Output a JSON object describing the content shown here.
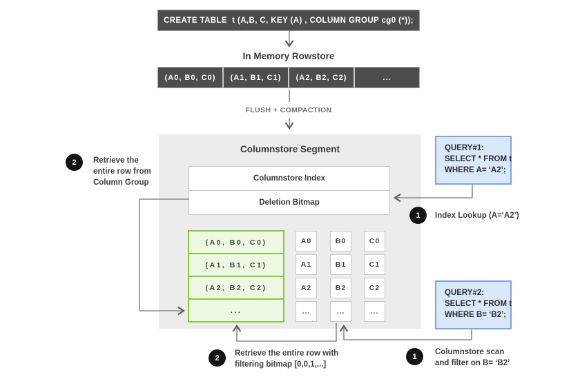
{
  "colors": {
    "bar_dark": "#4d4d4d",
    "segment_bg": "#ececec",
    "green_border": "#8dc63f",
    "green_fill": "#eef9e3",
    "blue_border": "#76a6e8",
    "blue_fill": "#d9e9fb",
    "line_gray": "#8a8a8a",
    "badge_black": "#141414"
  },
  "create_table": {
    "sql": "CREATE TABLE  t (A,B, C, KEY (A) , COLUMN GROUP cg0 (*));"
  },
  "rowstore": {
    "title": "In Memory Rowstore",
    "cells": [
      "(A0, B0, C0)",
      "(A1, B1, C1)",
      "(A2, B2, C2)",
      "..."
    ]
  },
  "flush": {
    "label": "FLUSH + COMPACTION"
  },
  "segment": {
    "title": "Columnstore Segment",
    "index_label": "Columnstore Index",
    "bitmap_label": "Deletion Bitmap",
    "column_group_rows": [
      "(A0, B0, C0)",
      "(A1, B1, C1)",
      "(A2, B2, C2)",
      "..."
    ],
    "column_a": [
      "A0",
      "A1",
      "A2",
      "..."
    ],
    "column_b": [
      "B0",
      "B1",
      "B2",
      "..."
    ],
    "column_c": [
      "C0",
      "C1",
      "C2",
      "..."
    ]
  },
  "query1": {
    "line1": "QUERY#1:",
    "line2": "SELECT * FROM t",
    "line3": "WHERE A= ‘A2’;"
  },
  "query2": {
    "line1": "QUERY#2:",
    "line2": "SELECT * FROM t",
    "line3": "WHERE B= ‘B2’;"
  },
  "annotations": {
    "left": {
      "num": "2",
      "line1": "Retrieve the",
      "line2": "entire row from",
      "line3": "Column Group"
    },
    "index_lookup": {
      "num": "1",
      "line1": "Index Lookup (A=‘A2’)"
    },
    "bottom_retrieve": {
      "num": "2",
      "line1": "Retrieve the entire row with",
      "line2": "filtering bitmap [0,0,1,...]"
    },
    "bottom_scan": {
      "num": "1",
      "line1": "Columnstore scan",
      "line2": "and filter on B= ‘B2’"
    }
  }
}
